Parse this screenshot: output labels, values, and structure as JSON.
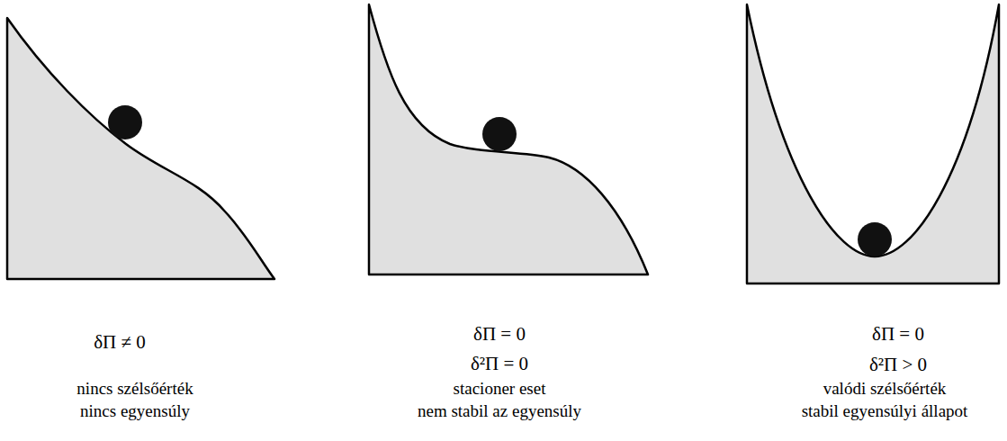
{
  "diagram": {
    "labels": [
      "δΠ ≠ 0",
      "nincs szélsőérték",
      "nincs egyensúly",
      "δΠ = 0",
      "δ²Π = 0",
      "stacioner eset",
      "nem stabil az egyensúly",
      "δΠ = 0",
      "δ²Π > 0",
      "valódi szélsőérték",
      "stabil egyensúlyi állapot"
    ]
  }
}
